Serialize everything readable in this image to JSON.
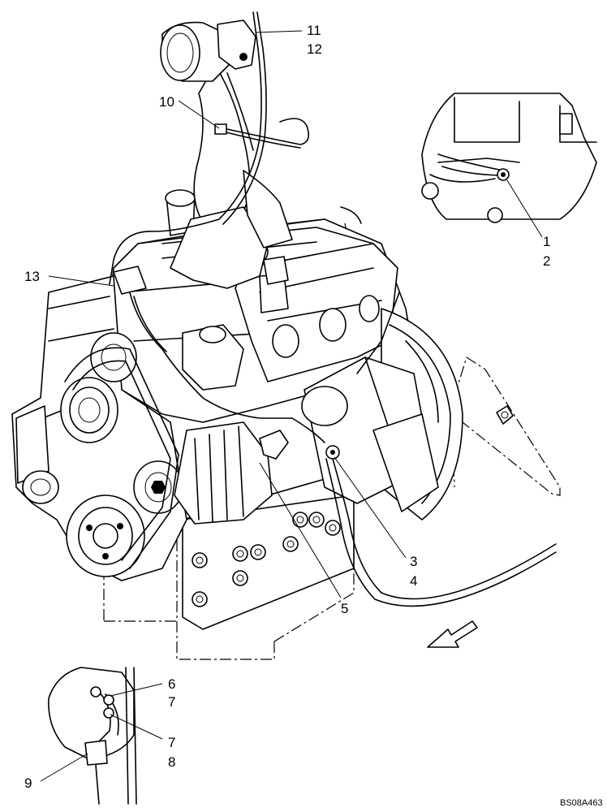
{
  "diagram": {
    "figure_code": "BS08A463",
    "callouts": [
      {
        "id": "c1",
        "text": "1"
      },
      {
        "id": "c2",
        "text": "2"
      },
      {
        "id": "c3",
        "text": "3"
      },
      {
        "id": "c4",
        "text": "4"
      },
      {
        "id": "c5",
        "text": "5"
      },
      {
        "id": "c6",
        "text": "6"
      },
      {
        "id": "c7a",
        "text": "7"
      },
      {
        "id": "c7b",
        "text": "7"
      },
      {
        "id": "c8",
        "text": "8"
      },
      {
        "id": "c9",
        "text": "9"
      },
      {
        "id": "c10",
        "text": "10"
      },
      {
        "id": "c11",
        "text": "11"
      },
      {
        "id": "c12",
        "text": "12"
      },
      {
        "id": "c13",
        "text": "13"
      }
    ]
  }
}
